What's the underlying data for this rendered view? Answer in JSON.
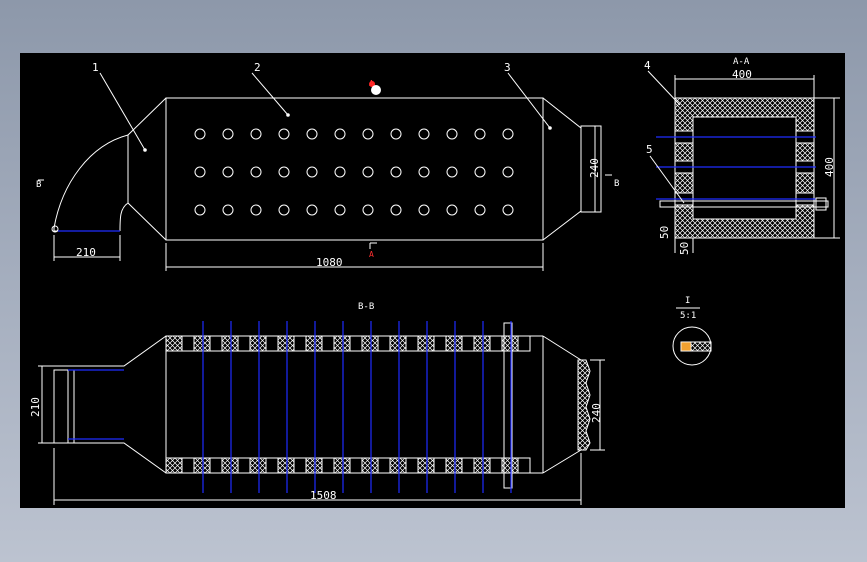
{
  "labels": {
    "part1": "1",
    "part2": "2",
    "part3": "3",
    "part4": "4",
    "part5": "5",
    "section_aa": "A-A",
    "section_bb": "B-B",
    "cut_a": "A",
    "cut_b": "B",
    "detail_i": "I",
    "detail_scale": "5:1"
  },
  "dimensions": {
    "top_inlet_width": "210",
    "top_body_length": "1080",
    "top_outlet_height": "240",
    "aa_width": "400",
    "aa_height": "400",
    "aa_wall_1": "50",
    "aa_wall_2": "50",
    "bb_inlet_height": "210",
    "bb_outlet_height": "240",
    "bb_total_length": "1508"
  },
  "colors": {
    "background": "#000000",
    "line": "#ffffff",
    "centerline": "#1f2cff",
    "marker": "#ff2020"
  }
}
